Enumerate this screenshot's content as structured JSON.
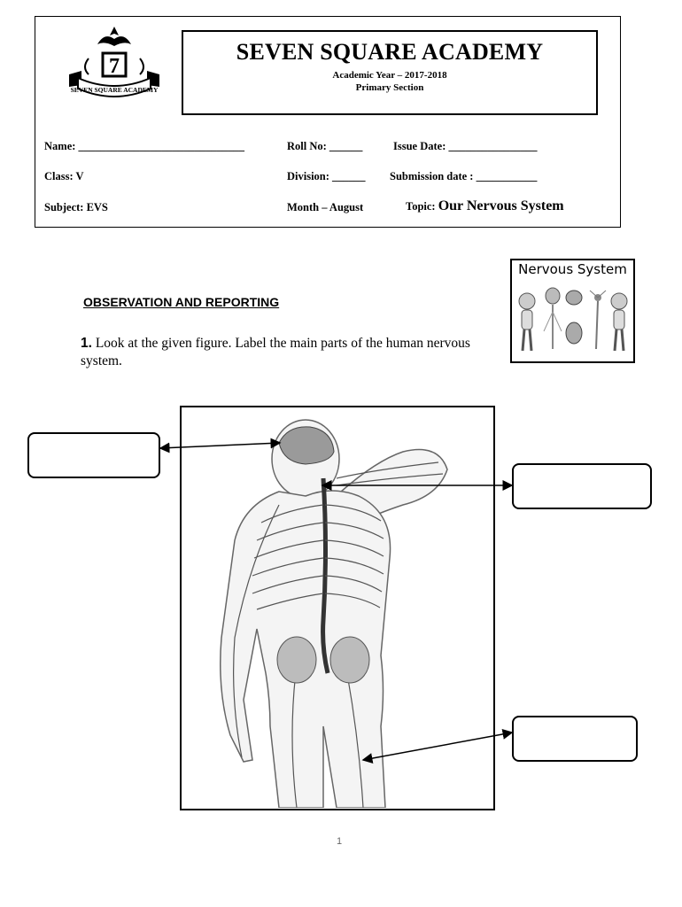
{
  "header": {
    "school_name": "SEVEN SQUARE ACADEMY",
    "academic_year": "Academic Year – 2017-2018",
    "section": "Primary Section",
    "logo_number": "7",
    "logo_banner": "SEVEN SQUARE ACADEMY"
  },
  "fields": {
    "name": "Name: ______________________________",
    "roll_no": "Roll No: ______",
    "issue_date": "Issue Date: ________________",
    "class": "Class: V",
    "division": "Division: ______",
    "submission_date": "Submission date : ___________",
    "subject": "Subject: EVS",
    "month": "Month – August",
    "topic_label": "Topic:",
    "topic_value": "Our Nervous System"
  },
  "content": {
    "section_title": "OBSERVATION AND  REPORTING",
    "question_number": "1.",
    "question_text": " Look at the given figure. Label the main parts of the human nervous system.",
    "card_title": "Nervous System"
  },
  "label_boxes": [
    {
      "name": "brain-label",
      "value": ""
    },
    {
      "name": "spinal-cord-label",
      "value": ""
    },
    {
      "name": "nerves-label",
      "value": ""
    }
  ],
  "page_number": "1"
}
